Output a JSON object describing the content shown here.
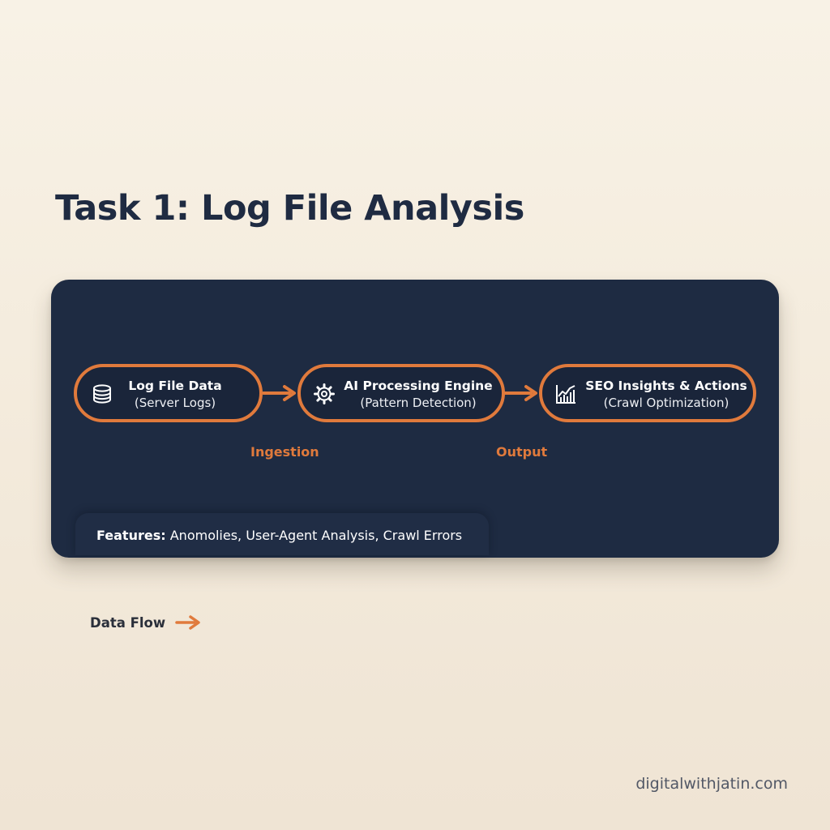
{
  "title": "Task 1: Log File Analysis",
  "accent_color": "#e07a3c",
  "panel_color": "#1e2b42",
  "nodes": [
    {
      "label": "Log File Data",
      "sub": "(Server Logs)",
      "icon": "database-icon"
    },
    {
      "label": "AI Processing Engine",
      "sub": "(Pattern Detection)",
      "icon": "gear-icon"
    },
    {
      "label": "SEO Insights & Actions",
      "sub": "(Crawl Optimization)",
      "icon": "chart-icon"
    }
  ],
  "flow_labels": [
    "Ingestion",
    "Output"
  ],
  "features": {
    "key": "Features:",
    "value": "Anomolies, User-Agent Analysis, Crawl Errors"
  },
  "legend": {
    "label": "Data Flow",
    "icon": "arrow-right-icon"
  },
  "brand": "digitalwithjatin.com"
}
